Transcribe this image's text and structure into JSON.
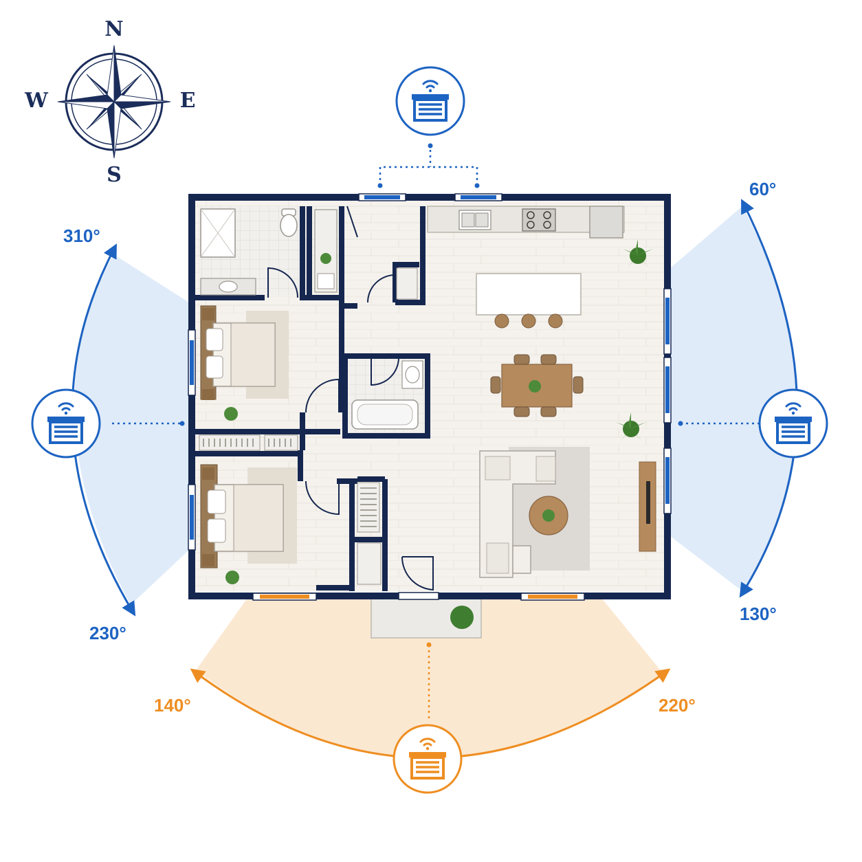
{
  "compass": {
    "north": "N",
    "east": "E",
    "south": "S",
    "west": "W"
  },
  "coverage": {
    "north_unit": {
      "arc_start": "",
      "arc_end": ""
    },
    "east_unit": {
      "arc_start": "60°",
      "arc_end": "130°"
    },
    "west_unit": {
      "arc_start": "310°",
      "arc_end": "230°"
    },
    "south_unit": {
      "arc_start": "140°",
      "arc_end": "220°"
    }
  },
  "colors": {
    "blue": "#1d63c2",
    "orange": "#ee8e22",
    "wall": "#15264f",
    "coverage_blue": "#dce9f8",
    "coverage_orange": "#fbe6cc",
    "floor": "#f4f1ec"
  },
  "icons": {
    "device": "garage-door-opener-wifi-icon",
    "compass": "compass-rose-icon"
  }
}
